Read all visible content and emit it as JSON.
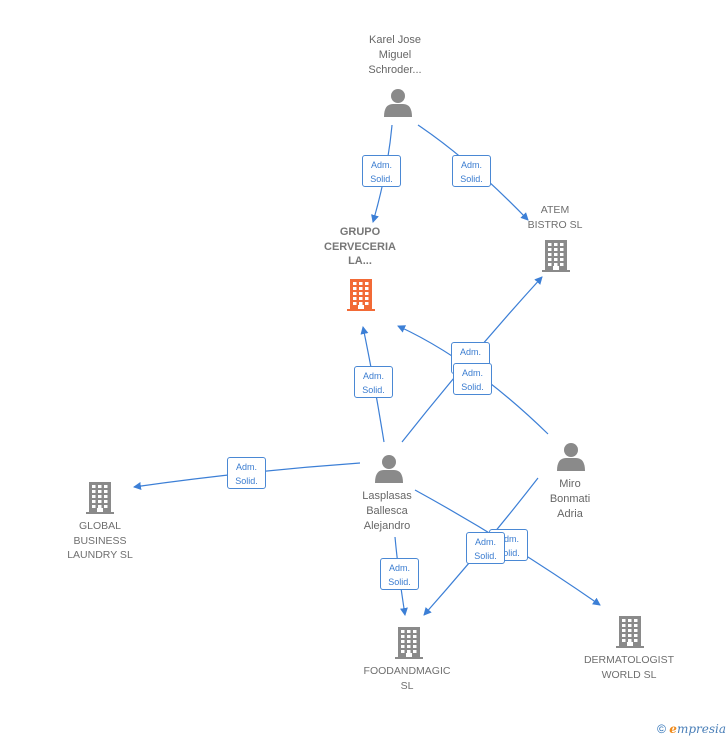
{
  "colors": {
    "edge": "#3c7fd6",
    "person": "#8a8a8a",
    "company": "#8a8a8a",
    "focus_company": "#f26a36"
  },
  "nodes": {
    "karel": {
      "label": "Karel Jose\nMiguel\nSchroder...",
      "icon": "person-icon"
    },
    "grupo": {
      "label": "GRUPO\nCERVECERIA\nLA...",
      "icon": "building-icon"
    },
    "atem": {
      "label": "ATEM\nBISTRO  SL",
      "icon": "building-icon"
    },
    "lasplasas": {
      "label": "Lasplasas\nBallesca\nAlejandro",
      "icon": "person-icon"
    },
    "miro": {
      "label": "Miro\nBonmati\nAdria",
      "icon": "person-icon"
    },
    "global": {
      "label": "GLOBAL\nBUSINESS\nLAUNDRY  SL",
      "icon": "building-icon"
    },
    "foodandmagic": {
      "label": "FOODANDMAGIC\nSL",
      "icon": "building-icon"
    },
    "dermatologist": {
      "label": "DERMATOLOGIST\nWORLD  SL",
      "icon": "building-icon"
    }
  },
  "edges": [
    {
      "from": "karel",
      "to": "grupo",
      "label": "Adm.\nSolid."
    },
    {
      "from": "karel",
      "to": "atem",
      "label": "Adm.\nSolid."
    },
    {
      "from": "lasplasas",
      "to": "atem",
      "label": "Adm."
    },
    {
      "from": "miro",
      "to": "grupo",
      "label": "Adm.\nSolid."
    },
    {
      "from": "lasplasas",
      "to": "grupo",
      "label": "Adm.\nSolid."
    },
    {
      "from": "lasplasas",
      "to": "global",
      "label": "Adm.\nSolid."
    },
    {
      "from": "lasplasas",
      "to": "foodandmagic",
      "label": "Adm.\nSolid."
    },
    {
      "from": "lasplasas",
      "to": "dermatologist",
      "label": "Adm.\nSolid."
    },
    {
      "from": "miro",
      "to": "foodandmagic",
      "label": "Adm.\nSolid."
    }
  ],
  "footer": {
    "copyright": "©",
    "brand_first": "e",
    "brand_rest": "mpresia"
  }
}
